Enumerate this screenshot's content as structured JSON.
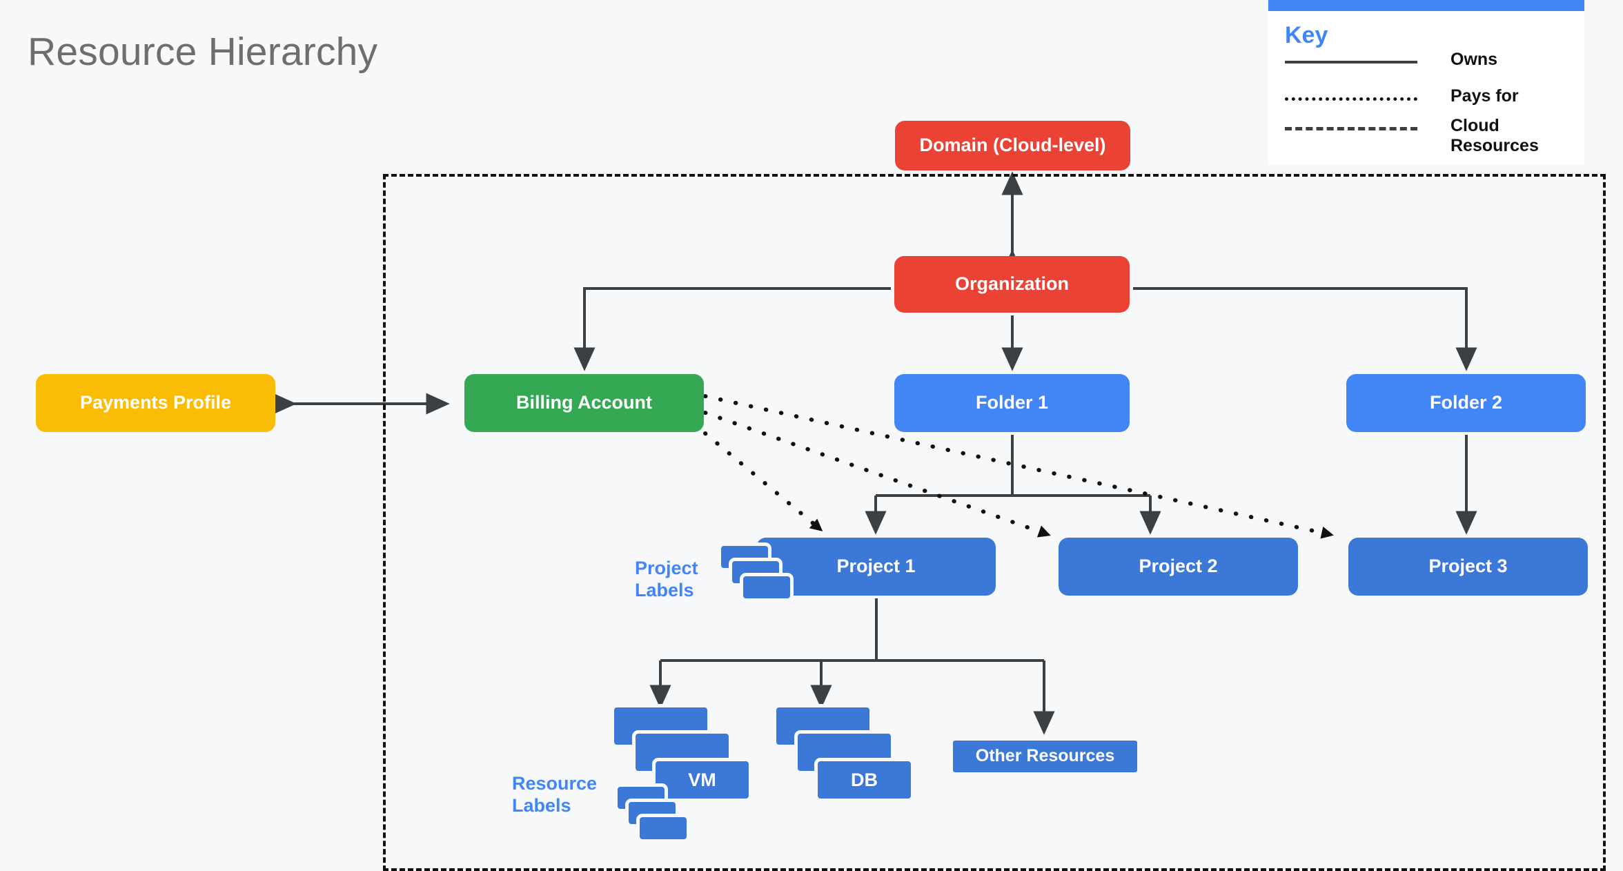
{
  "title": "Resource Hierarchy",
  "colors": {
    "background": "#f6f8fa",
    "red": "#ea4335",
    "green": "#34a853",
    "yellow": "#fbbc05",
    "blue": "#4285f4",
    "dark_blue": "#3c78d8",
    "edge": "#3c4043",
    "boundary": "#111111",
    "title_text": "#6e6e6e"
  },
  "nodes": {
    "domain": "Domain (Cloud-level)",
    "organization": "Organization",
    "payments_profile": "Payments Profile",
    "billing_account": "Billing Account",
    "folder_1": "Folder 1",
    "folder_2": "Folder 2",
    "project_1": "Project 1",
    "project_2": "Project 2",
    "project_3": "Project 3",
    "vm": "VM",
    "db": "DB",
    "other_resources": "Other Resources"
  },
  "captions": {
    "project_labels": "Project\nLabels",
    "resource_labels": "Resource\nLabels"
  },
  "key": {
    "title": "Key",
    "rows": [
      {
        "style": "solid",
        "label": "Owns"
      },
      {
        "style": "dotted",
        "label": "Pays for"
      },
      {
        "style": "dashed",
        "label": "Cloud\nResources"
      }
    ]
  },
  "chart_data": {
    "type": "diagram",
    "title": "Resource Hierarchy",
    "edges": [
      {
        "from": "Organization",
        "to": "Domain (Cloud-level)",
        "relation": "Owns",
        "style": "solid",
        "arrows": "both"
      },
      {
        "from": "Organization",
        "to": "Billing Account",
        "relation": "Owns",
        "style": "solid",
        "arrows": "to"
      },
      {
        "from": "Organization",
        "to": "Folder 1",
        "relation": "Owns",
        "style": "solid",
        "arrows": "to"
      },
      {
        "from": "Organization",
        "to": "Folder 2",
        "relation": "Owns",
        "style": "solid",
        "arrows": "to"
      },
      {
        "from": "Payments Profile",
        "to": "Billing Account",
        "relation": "Owns",
        "style": "solid",
        "arrows": "both"
      },
      {
        "from": "Folder 1",
        "to": "Project 1",
        "relation": "Owns",
        "style": "solid",
        "arrows": "to"
      },
      {
        "from": "Folder 1",
        "to": "Project 2",
        "relation": "Owns",
        "style": "solid",
        "arrows": "to"
      },
      {
        "from": "Folder 2",
        "to": "Project 3",
        "relation": "Owns",
        "style": "solid",
        "arrows": "to"
      },
      {
        "from": "Project 1",
        "to": "VM",
        "relation": "Owns",
        "style": "solid",
        "arrows": "to"
      },
      {
        "from": "Project 1",
        "to": "DB",
        "relation": "Owns",
        "style": "solid",
        "arrows": "to"
      },
      {
        "from": "Project 1",
        "to": "Other Resources",
        "relation": "Owns",
        "style": "solid",
        "arrows": "to"
      },
      {
        "from": "Billing Account",
        "to": "Project 1",
        "relation": "Pays for",
        "style": "dotted",
        "arrows": "to"
      },
      {
        "from": "Billing Account",
        "to": "Project 2",
        "relation": "Pays for",
        "style": "dotted",
        "arrows": "to"
      },
      {
        "from": "Billing Account",
        "to": "Project 3",
        "relation": "Pays for",
        "style": "dotted",
        "arrows": "to"
      }
    ],
    "groups": [
      {
        "label": "Cloud Resources",
        "style": "dashed",
        "contains": [
          "Domain (Cloud-level)",
          "Organization",
          "Billing Account",
          "Folder 1",
          "Folder 2",
          "Project 1",
          "Project 2",
          "Project 3",
          "VM",
          "DB",
          "Other Resources"
        ]
      }
    ]
  }
}
